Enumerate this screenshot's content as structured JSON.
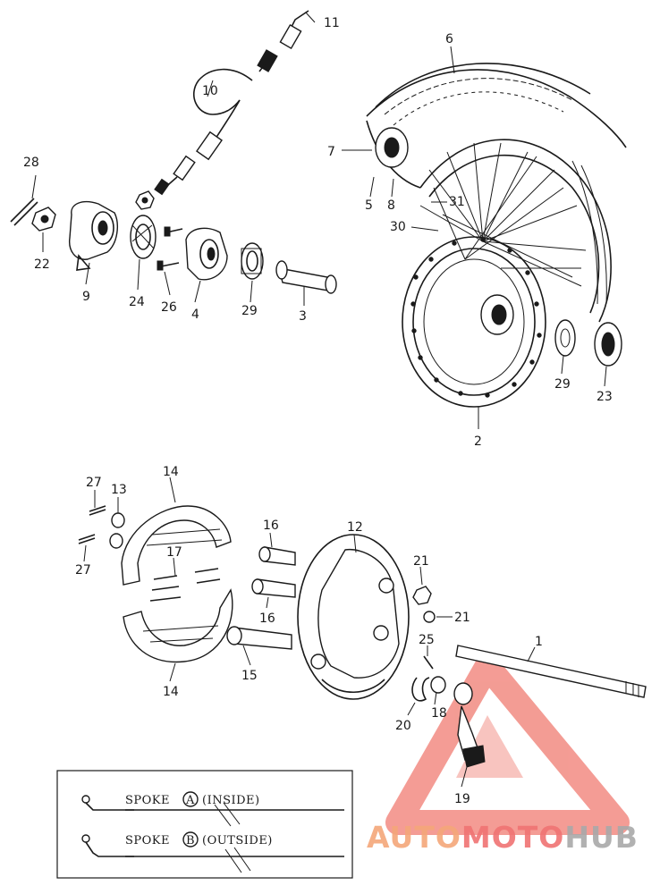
{
  "callouts": {
    "c1": "1",
    "c2": "2",
    "c3": "3",
    "c4": "4",
    "c5": "5",
    "c6": "6",
    "c7": "7",
    "c8": "8",
    "c9": "9",
    "c10": "10",
    "c11": "11",
    "c12": "12",
    "c13": "13",
    "c14a": "14",
    "c14b": "14",
    "c15": "15",
    "c16a": "16",
    "c16b": "16",
    "c17": "17",
    "c18": "18",
    "c19": "19",
    "c20": "20",
    "c21a": "21",
    "c21b": "21",
    "c22": "22",
    "c23": "23",
    "c24": "24",
    "c25": "25",
    "c26": "26",
    "c27a": "27",
    "c27b": "27",
    "c28": "28",
    "c29a": "29",
    "c29b": "29",
    "c30": "30",
    "c31": "31"
  },
  "legend": {
    "spoke_a": "SPOKE",
    "spoke_a_letter": "A",
    "spoke_a_note": "(INSIDE)",
    "spoke_b": "SPOKE",
    "spoke_b_letter": "B",
    "spoke_b_note": "(OUTSIDE)"
  },
  "watermark": {
    "part1": "AUTO",
    "part2": "MOTO",
    "part3": "HUB",
    "color_orange": "#f4a77a",
    "color_red": "#f07373",
    "color_gray": "#a9a9a9"
  }
}
